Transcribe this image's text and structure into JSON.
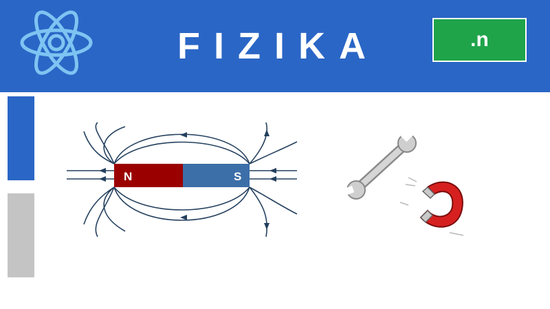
{
  "header": {
    "title": "FIZIKA",
    "badge": ".n",
    "logo_icon": "atom-icon",
    "background": "#2a66c6",
    "badge_color": "#1fa44a"
  },
  "sidebar": {
    "top_bar_color": "#2a66c6",
    "bottom_bar_color": "#c4c4c4"
  },
  "diagram": {
    "north_label": "N",
    "south_label": "S",
    "north_color": "#9b0000",
    "south_color": "#3c6ea8",
    "field_line_color": "#24405e"
  },
  "illustration": {
    "items": [
      "wrench-icon",
      "horseshoe-magnet-icon"
    ]
  }
}
